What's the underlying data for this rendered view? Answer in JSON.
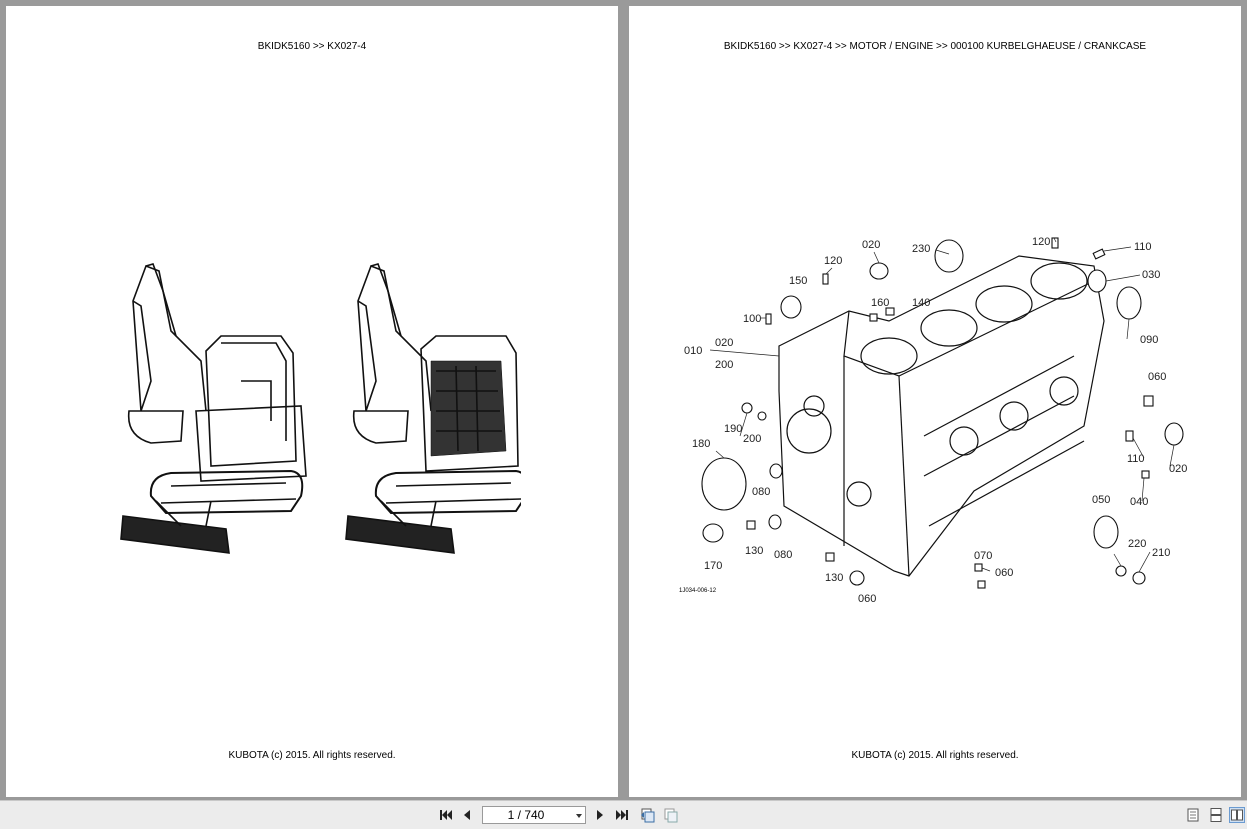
{
  "document": {
    "left_page": {
      "header": "BKIDK5160 >> KX027-4",
      "footer": "KUBOTA (c) 2015. All rights reserved.",
      "figure": "excavator-illustrations"
    },
    "right_page": {
      "header": "BKIDK5160 >> KX027-4 >> MOTOR / ENGINE >> 000100   KURBELGHAEUSE / CRANKCASE",
      "footer": "KUBOTA (c) 2015. All rights reserved.",
      "figure_code": "1J034-006-12",
      "part_labels": {
        "p020a": "020",
        "p230": "230",
        "p120a": "120",
        "p120b": "120",
        "p110a": "110",
        "p150": "150",
        "p030": "030",
        "p160": "160",
        "p140": "140",
        "p100": "100",
        "p090": "090",
        "p010": "010",
        "p020b": "020",
        "p200a": "200",
        "p060a": "060",
        "p190": "190",
        "p200b": "200",
        "p180": "180",
        "p110b": "110",
        "p020c": "020",
        "p080a": "080",
        "p040": "040",
        "p050": "050",
        "p220": "220",
        "p210": "210",
        "p130a": "130",
        "p080b": "080",
        "p170": "170",
        "p070": "070",
        "p060b": "060",
        "p130b": "130",
        "p060c": "060"
      }
    }
  },
  "toolbar": {
    "page_indicator": "1 / 740",
    "icons": [
      "first-page-icon",
      "previous-page-icon",
      "next-page-icon",
      "last-page-icon",
      "go-back-view-icon",
      "go-forward-view-icon",
      "single-page-view-icon",
      "continuous-view-icon",
      "two-page-view-icon"
    ]
  }
}
